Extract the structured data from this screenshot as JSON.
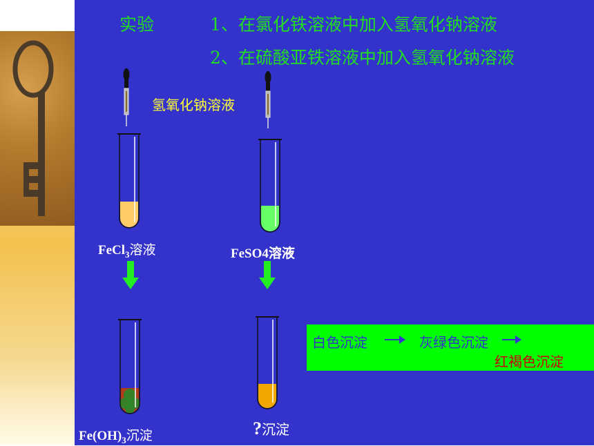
{
  "heading": {
    "label": "实验",
    "step1": "1、在氯化铁溶液中加入氢氧化钠溶液",
    "step2": "2、在硫酸亚铁溶液中加入氢氧化钠溶液"
  },
  "dropper_label": "氢氧化钠溶液",
  "tube1": {
    "label_main": "FeCl",
    "label_sub": "3",
    "label_rest": "溶液",
    "color": "#ffcc66"
  },
  "tube2": {
    "label": "FeSO4溶液",
    "color": "#66ff66"
  },
  "result1": {
    "label_main": "Fe(OH)",
    "label_sub": "3",
    "label_rest": "沉淀"
  },
  "result2": {
    "q": "?",
    "label": "沉淀",
    "color": "#f0a800"
  },
  "observation": {
    "white": "白色沉淀",
    "grey_green": "灰绿色沉淀",
    "red_brown": "红褐色沉淀"
  },
  "colors": {
    "background": "#3333cc",
    "title": "#22dd22",
    "label": "#ffff33",
    "arrow": "#22ee22"
  }
}
